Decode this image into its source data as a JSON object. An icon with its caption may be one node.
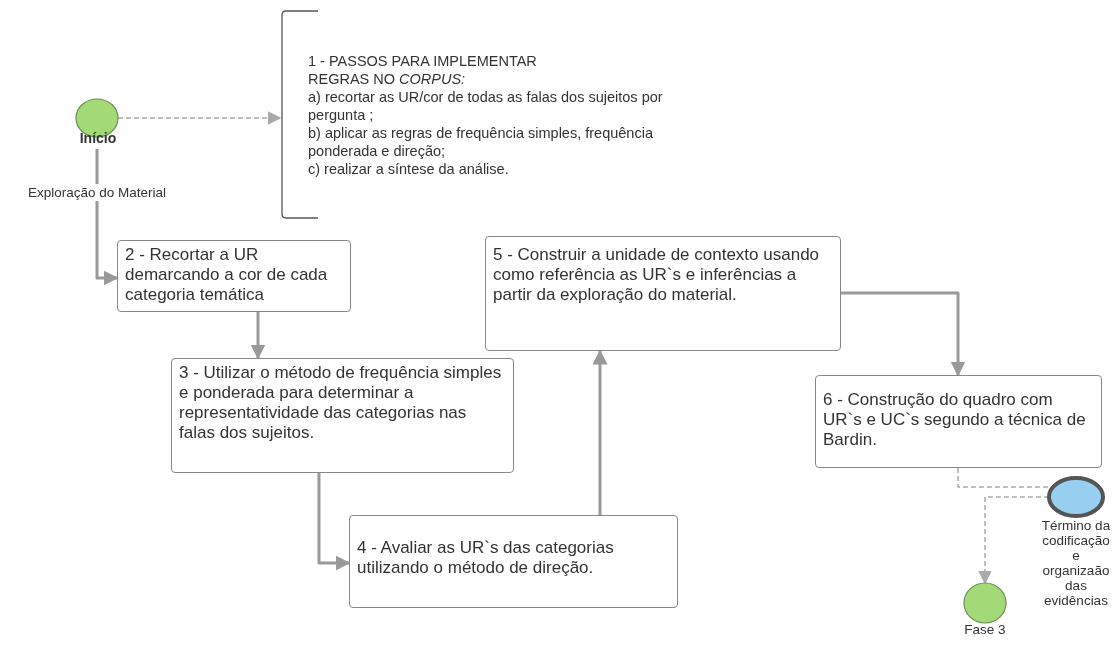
{
  "diagram": {
    "nodes": [
      {
        "text": [
          "Início"
        ]
      },
      {
        "text": [
          "1 - PASSOS PARA IMPLEMENTAR REGRAS NO *CORPUS:*",
          "a) recortar as UR/cor de todas as falas dos sujeitos por pergunta ;",
          "b) aplicar as regras de frequência simples, frequência ponderada e direção;",
          "c) realizar a síntese da análise."
        ]
      },
      {
        "text": [
          "2 - Recortar a UR demarcando a cor de cada categoria temática"
        ]
      },
      {
        "text": [
          "3 - Utilizar o método de frequência simples e ponderada para determinar a representatividade das categorias nas falas dos sujeitos."
        ]
      },
      {
        "text": [
          "4 - Avaliar as UR`s das categorias utilizando o método de direção."
        ]
      },
      {
        "text": [
          "5 - Construir a unidade de contexto usando como referência as UR`s e inferências a partir da exploração do material."
        ]
      },
      {
        "text": [
          "6 - Construção do quadro com UR`s e UC`s segundo a técnica de Bardin."
        ]
      },
      {
        "text": [
          "Término da codificação e organizaão das evidências"
        ]
      },
      {
        "text": [
          "Fase 3"
        ]
      }
    ],
    "edges": [
      {
        "from": 0,
        "to": 1,
        "arrow": "to",
        "style": "dashed"
      },
      {
        "from": 0,
        "to": 2,
        "arrow": "to",
        "label": "Exploração do Material"
      },
      {
        "from": 2,
        "to": 3,
        "arrow": "to"
      },
      {
        "from": 3,
        "to": 4,
        "arrow": "to"
      },
      {
        "from": 4,
        "to": 5,
        "arrow": "to"
      },
      {
        "from": 5,
        "to": 6,
        "arrow": "to"
      },
      {
        "from": 6,
        "to": 7,
        "arrow": "to",
        "style": "dashed"
      },
      {
        "from": 7,
        "to": 8,
        "arrow": "to",
        "style": "dashed"
      }
    ]
  }
}
